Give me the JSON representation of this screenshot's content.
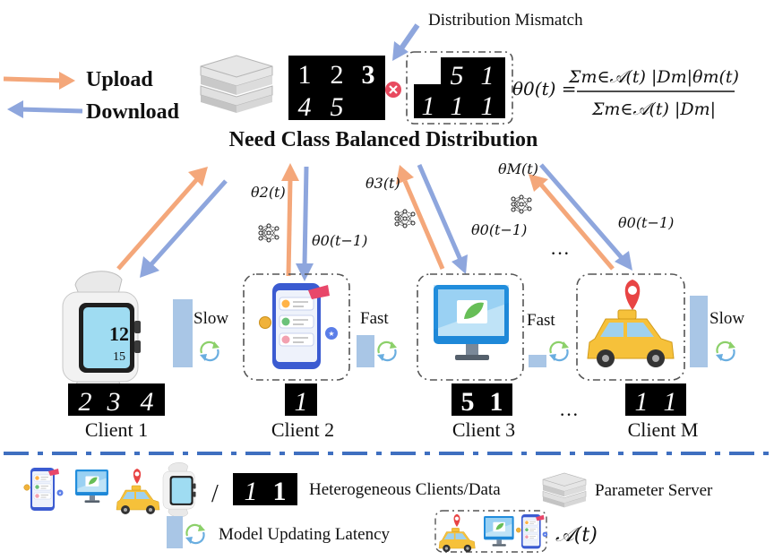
{
  "legend_top": {
    "upload_label": "Upload",
    "download_label": "Download",
    "upload_color": "#f4a77a",
    "download_color": "#8ea6dd"
  },
  "server": {
    "title": "Need Class Balanced Distribution",
    "mismatch_label": "Distribution Mismatch",
    "balanced_digits": [
      "1",
      "2",
      "3",
      "4",
      "5"
    ],
    "received_digits": [
      "5",
      "1",
      "1",
      "1",
      "1"
    ],
    "aggregation_lhs": "θ0(t) =",
    "aggregation_numerator": "Σm∈𝒜(t) |Dm|θm(t)",
    "aggregation_denominator": "Σm∈𝒜(t) |Dm|"
  },
  "params": {
    "theta_2_up": "θ2(t)",
    "theta_3_up": "θ3(t)",
    "theta_M_up": "θM(t)",
    "theta_0_down_2": "θ0(t−1)",
    "theta_0_down_3": "θ0(t−1)",
    "theta_0_down_M": "θ0(t−1)"
  },
  "clients": [
    {
      "name": "Client 1",
      "speed": "Slow",
      "digits": [
        "2",
        "3",
        "4"
      ],
      "device": "smartwatch-icon",
      "selected": false
    },
    {
      "name": "Client 2",
      "speed": "Fast",
      "digits": [
        "1"
      ],
      "device": "smartphone-icon",
      "selected": true
    },
    {
      "name": "Client 3",
      "speed": "Fast",
      "digits": [
        "5",
        "1"
      ],
      "device": "monitor-icon",
      "selected": true
    },
    {
      "name": "Client M",
      "speed": "Slow",
      "digits": [
        "1",
        "1"
      ],
      "device": "taxi-icon",
      "selected": true
    }
  ],
  "watch_time": {
    "hour": "12",
    "minute": "15"
  },
  "ellipsis": "···",
  "legend_bottom": {
    "clients_data_label": "Heterogeneous Clients/Data",
    "slash": "/",
    "sample_digits": [
      "1",
      "1"
    ],
    "server_label": "Parameter Server",
    "latency_label": "Model Updating Latency",
    "active_set_label": "𝒜(t)"
  },
  "colors": {
    "latency_bar": "#a9c6e6",
    "refresh_green": "#8cd06a",
    "refresh_blue": "#6aaee0",
    "divider": "#3f6fc0",
    "dashed_box": "#555555"
  }
}
